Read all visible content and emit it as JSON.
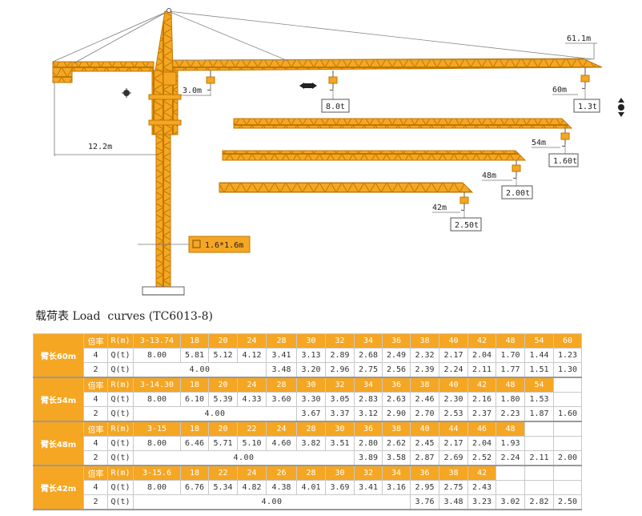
{
  "dimensions": {
    "hook_height": "61.1m",
    "min_radius": "3.0m",
    "counter_jib": "12.2m",
    "mast_section": "1.6*1.6m"
  },
  "jibs": [
    {
      "radius": "60m",
      "tip_load": "1.3t"
    },
    {
      "radius": "54m",
      "tip_load": "1.60t"
    },
    {
      "radius": "48m",
      "tip_load": "2.00t"
    },
    {
      "radius": "42m",
      "tip_load": "2.50t"
    }
  ],
  "max_load": "8.0t",
  "table_title": "载荷表 Load  curves (TC6013-8)",
  "labels": {
    "rate": "倍率",
    "radius": "R(m)",
    "load": "Q(t)"
  },
  "sections": [
    {
      "arm": "臂长60m",
      "radii": [
        "3-13.74",
        "18",
        "20",
        "24",
        "28",
        "30",
        "32",
        "34",
        "36",
        "38",
        "40",
        "42",
        "48",
        "54",
        "60"
      ],
      "rows": [
        {
          "rate": "4",
          "cells": [
            "8.00",
            "5.81",
            "5.12",
            "4.12",
            "3.41",
            "3.13",
            "2.89",
            "2.68",
            "2.49",
            "2.32",
            "2.17",
            "2.04",
            "1.70",
            "1.44",
            "1.23"
          ]
        },
        {
          "rate": "2",
          "cells": [
            "4.00",
            "3.48",
            "3.20",
            "2.96",
            "2.75",
            "2.56",
            "2.39",
            "2.24",
            "2.11",
            "1.77",
            "1.51",
            "1.30"
          ]
        }
      ]
    },
    {
      "arm": "臂长54m",
      "radii": [
        "3-14.30",
        "18",
        "20",
        "24",
        "28",
        "30",
        "32",
        "34",
        "36",
        "38",
        "40",
        "42",
        "48",
        "54"
      ],
      "rows": [
        {
          "rate": "4",
          "cells": [
            "8.00",
            "6.10",
            "5.39",
            "4.33",
            "3.60",
            "3.30",
            "3.05",
            "2.83",
            "2.63",
            "2.46",
            "2.30",
            "2.16",
            "1.80",
            "1.53"
          ]
        },
        {
          "rate": "2",
          "cells": [
            "4.00",
            "3.67",
            "3.37",
            "3.12",
            "2.90",
            "2.70",
            "2.53",
            "2.37",
            "2.23",
            "1.87",
            "1.60"
          ]
        }
      ]
    },
    {
      "arm": "臂长48m",
      "radii": [
        "3-15",
        "18",
        "20",
        "22",
        "24",
        "28",
        "30",
        "36",
        "38",
        "40",
        "44",
        "46",
        "48"
      ],
      "rows": [
        {
          "rate": "4",
          "cells": [
            "8.00",
            "6.46",
            "5.71",
            "5.10",
            "4.60",
            "3.82",
            "3.51",
            "2.80",
            "2.62",
            "2.45",
            "2.17",
            "2.04",
            "1.93"
          ]
        },
        {
          "rate": "2",
          "cells": [
            "4.00",
            "3.89",
            "3.58",
            "2.87",
            "2.69",
            "2.52",
            "2.24",
            "2.11",
            "2.00"
          ]
        }
      ]
    },
    {
      "arm": "臂长42m",
      "radii": [
        "3-15.6",
        "18",
        "22",
        "24",
        "26",
        "28",
        "30",
        "32",
        "34",
        "36",
        "38",
        "42"
      ],
      "rows": [
        {
          "rate": "4",
          "cells": [
            "8.00",
            "6.76",
            "5.34",
            "4.82",
            "4.38",
            "4.01",
            "3.69",
            "3.41",
            "3.16",
            "2.95",
            "2.75",
            "2.43"
          ]
        },
        {
          "rate": "2",
          "cells": [
            "4.00",
            "3.76",
            "3.48",
            "3.23",
            "3.02",
            "2.82",
            "2.50"
          ]
        }
      ]
    }
  ],
  "colors": {
    "crane": "#f5a623",
    "lattice": "#c07800",
    "header": "#f5a623",
    "arm_cell": "#bdbdbd"
  }
}
